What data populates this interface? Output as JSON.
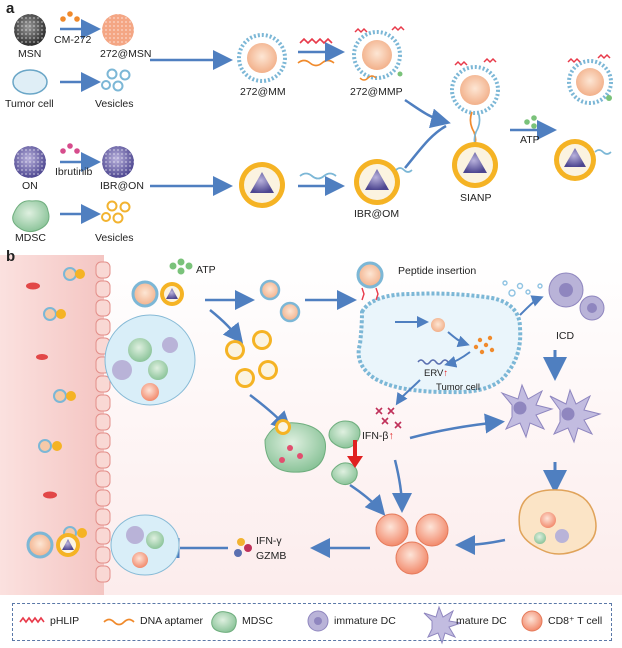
{
  "panel_a": {
    "letter": "a",
    "msn": "MSN",
    "cm272": "CM-272",
    "msn272": "272@MSN",
    "tumor_cell": "Tumor cell",
    "vesicles1": "Vesicles",
    "mm272": "272@MM",
    "mmp272": "272@MMP",
    "on": "ON",
    "ibrutinib": "Ibrutinib",
    "ibr_on": "IBR@ON",
    "mdsc": "MDSC",
    "vesicles2": "Vesicles",
    "ibr_om": "IBR@OM",
    "sianp": "SIANP",
    "atp": "ATP"
  },
  "panel_b": {
    "letter": "b",
    "atp": "ATP",
    "peptide_insertion": "Peptide insertion",
    "icd": "ICD",
    "erv": "ERV",
    "tumor_cell": "Tumor cell",
    "ifn_beta": "IFN-β",
    "ifn_gamma": "IFN-γ",
    "gzmb": "GZMB"
  },
  "legend": {
    "phlip": "pHLIP",
    "aptamer": "DNA aptamer",
    "mdsc": "MDSC",
    "immature_dc": "immature DC",
    "mature_dc": "mature DC",
    "cd8": "CD8⁺ T cell"
  },
  "colors": {
    "arrow": "#4f7fc0",
    "phlip": "#e83a4a",
    "aptamer": "#f08a2c",
    "core": "#f6c9a8",
    "shell": "#f5b324",
    "mdsc": "#a8d3ae",
    "dc": "#b9b3d8",
    "tcell": "#f49a7e",
    "vessel": "#f3c6c4",
    "up": "#e02020"
  }
}
